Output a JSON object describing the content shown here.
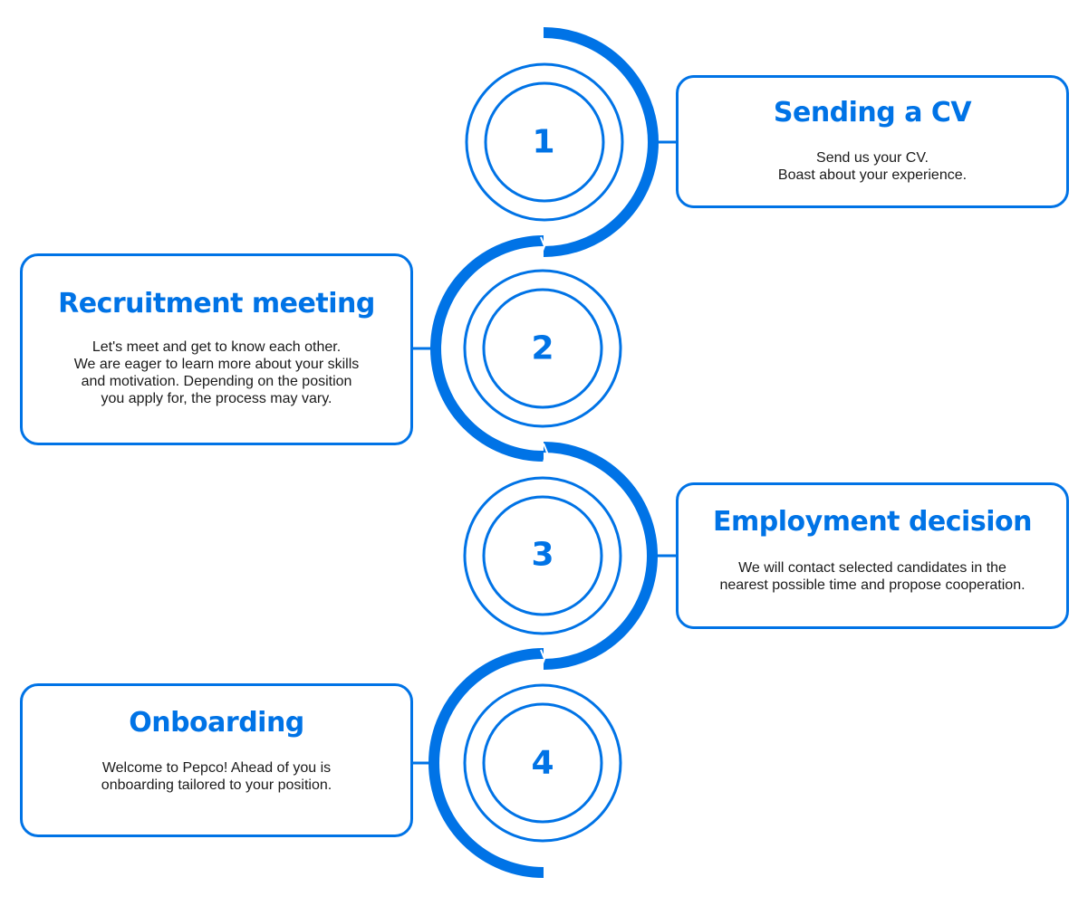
{
  "colors": {
    "accent": "#0073e6",
    "text": "#1a1a1a",
    "background": "#ffffff"
  },
  "steps": [
    {
      "number": "1",
      "title": "Sending a CV",
      "description": "Send us your CV.\nBoast about your experience."
    },
    {
      "number": "2",
      "title": "Recruitment meeting",
      "description": "Let's meet and get to know each other.\nWe are eager to learn more about your skills\nand motivation. Depending on the position\nyou apply for, the process may vary."
    },
    {
      "number": "3",
      "title": "Employment decision",
      "description": "We will contact selected candidates in the\nnearest possible time and propose cooperation."
    },
    {
      "number": "4",
      "title": "Onboarding",
      "description": "Welcome to Pepco! Ahead of you is\nonboarding tailored to your position."
    }
  ]
}
